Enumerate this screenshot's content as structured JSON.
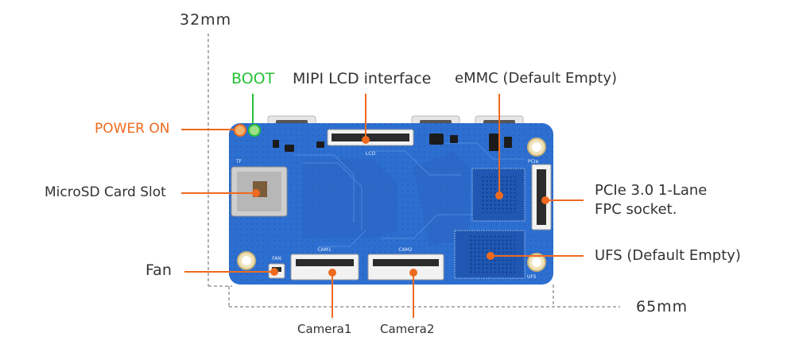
{
  "colors": {
    "board": "#2d6fd0",
    "board_dark": "#1f57b3",
    "accent": "#ee6a1f",
    "boot": "#27c137",
    "text": "#333333",
    "dimension": "#999999"
  },
  "dimensions": {
    "height": "32mm",
    "width": "65mm"
  },
  "labels": {
    "boot": "BOOT",
    "power_on": "POWER ON",
    "mipi_lcd": "MIPI LCD interface",
    "emmc": "eMMC (Default Empty)",
    "microsd": "MicroSD Card Slot",
    "pcie_line1": "PCIe 3.0 1-Lane",
    "pcie_line2": "FPC socket.",
    "fan": "Fan",
    "ufs": "UFS (Default Empty)",
    "camera1": "Camera1",
    "camera2": "Camera2"
  },
  "silkscreen": {
    "lcd": "LCD",
    "cam1": "CAM1",
    "cam2": "CAM2",
    "fan": "FAN",
    "tf": "TF",
    "pcie": "PCIe",
    "ufs": "UFS"
  }
}
